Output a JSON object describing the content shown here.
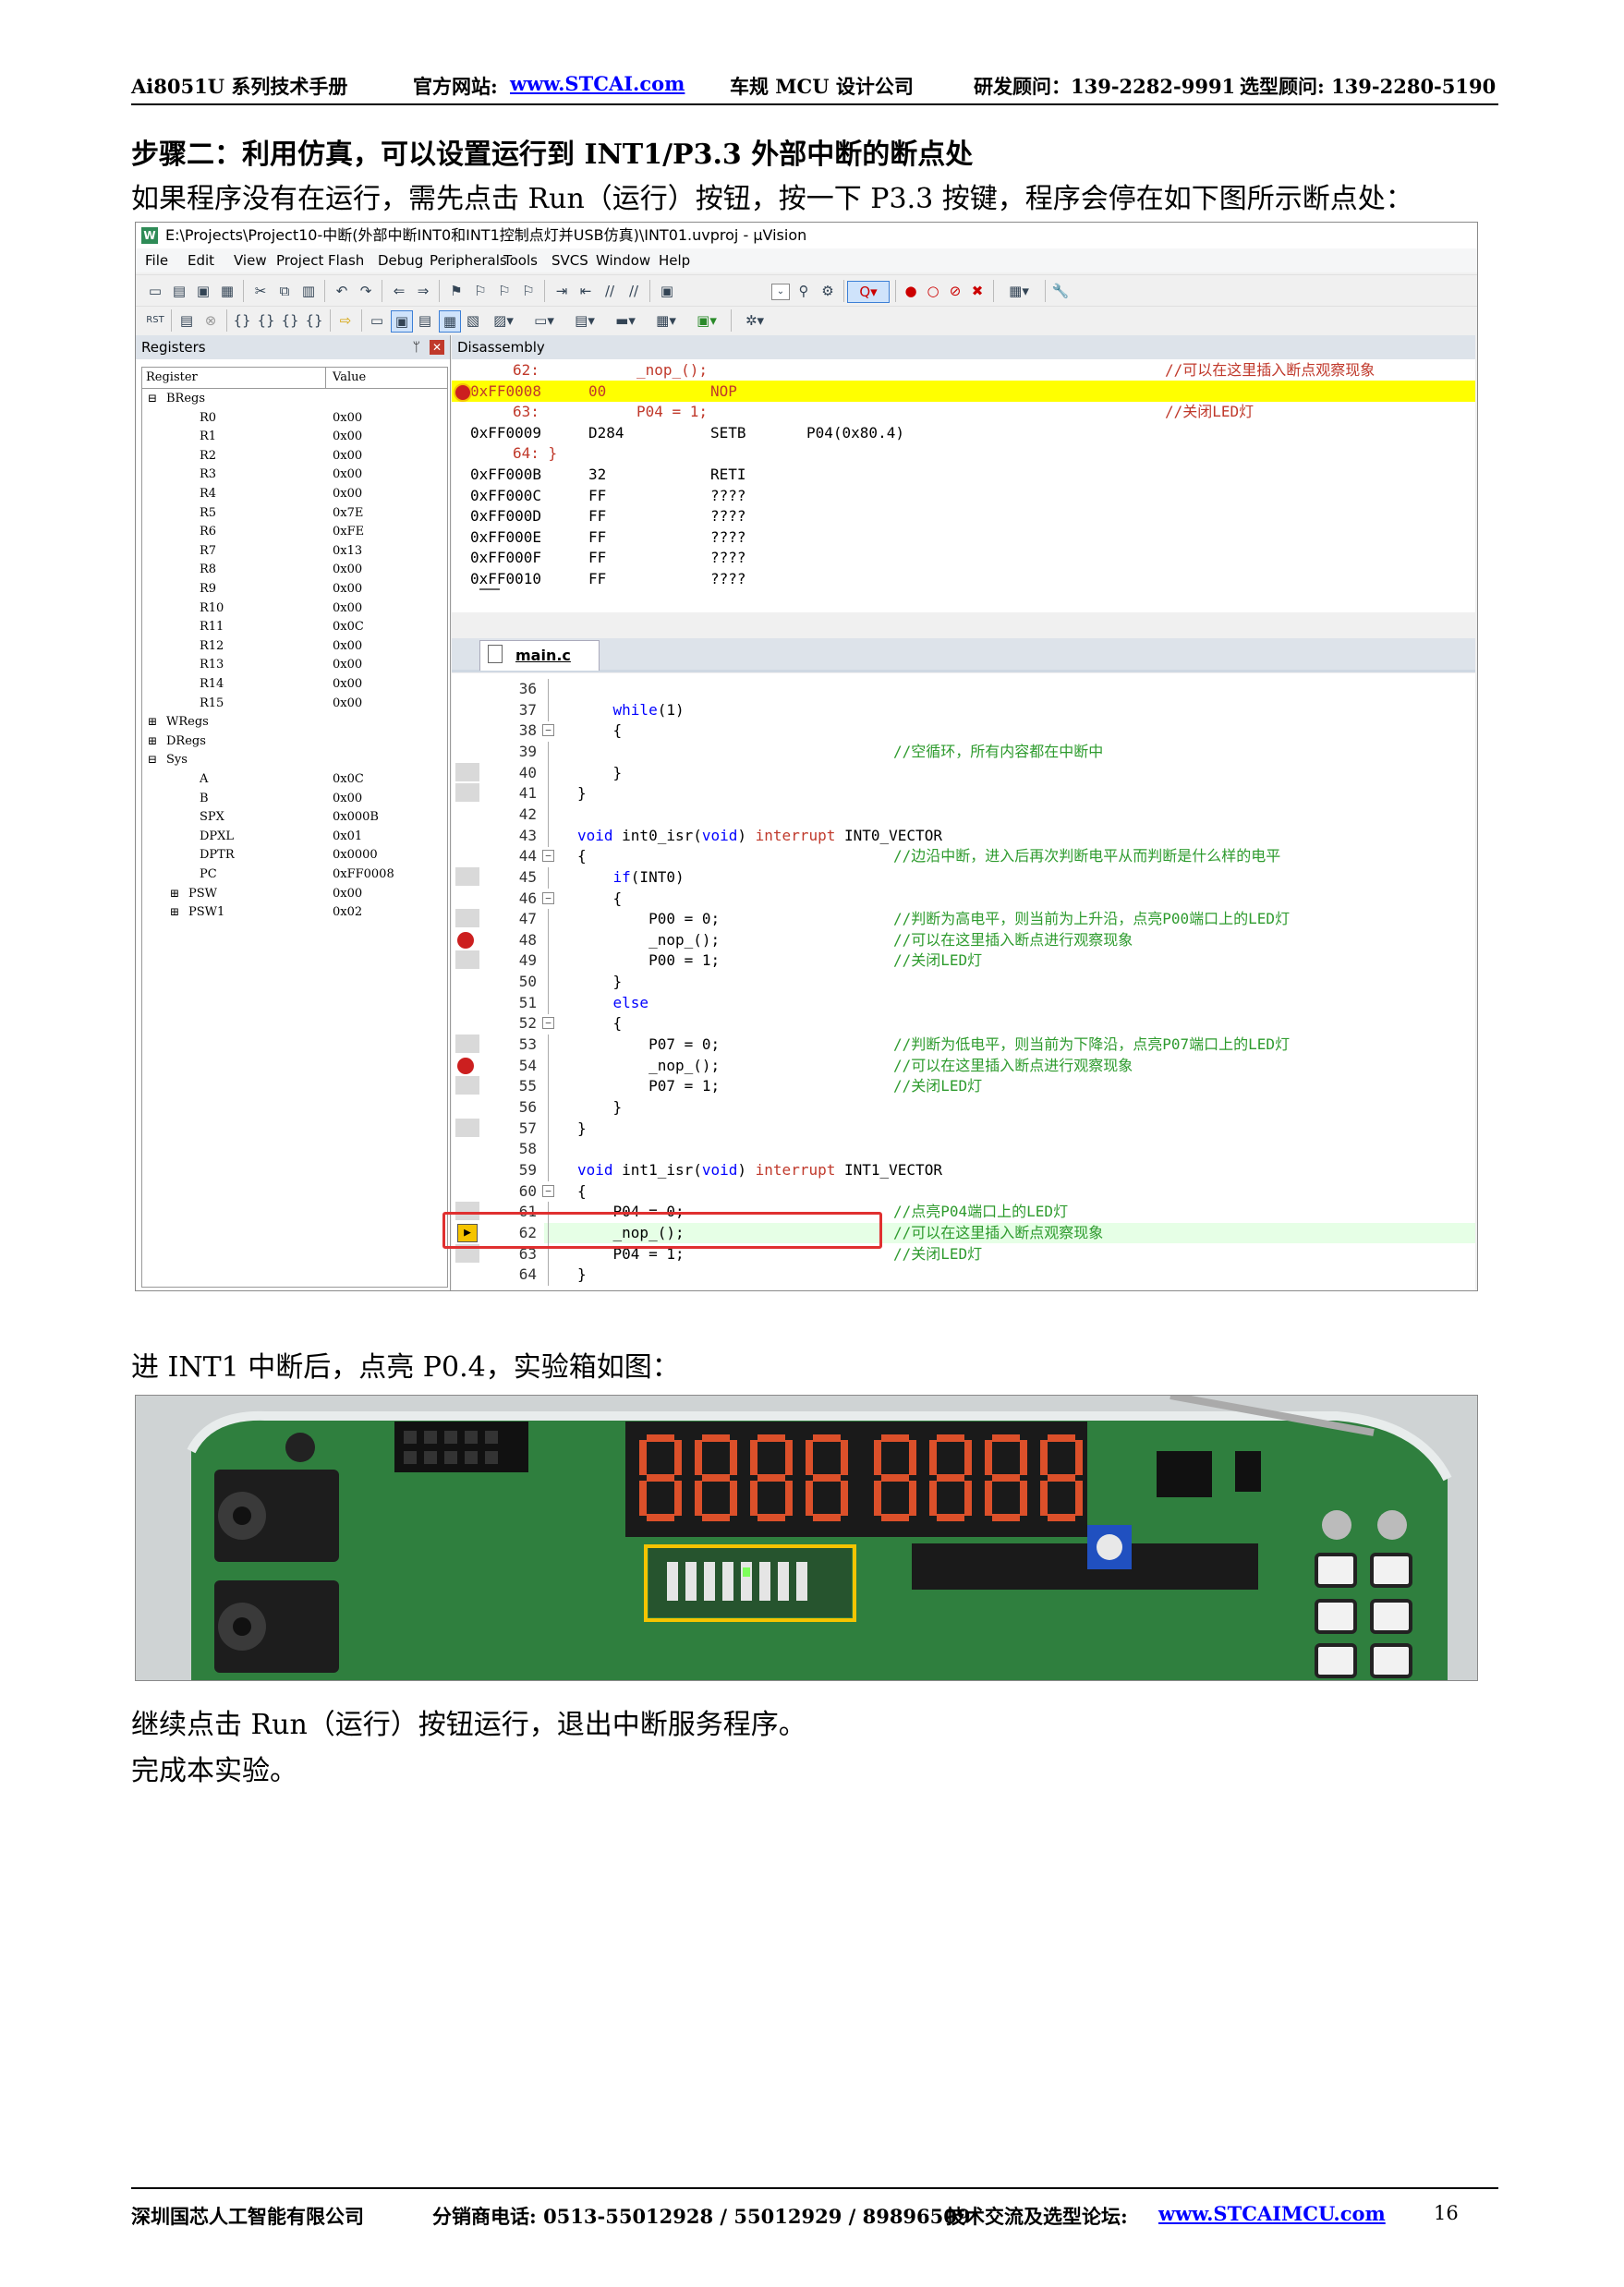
{
  "header": {
    "doc_title": "Ai8051U 系列技术手册",
    "site_label": "官方网站:",
    "site_url": "www.STCAI.com",
    "company": "车规 MCU 设计公司",
    "rd_consult": "研发顾问：139-2282-9991",
    "sel_consult": "选型顾问: 139-2280-5190"
  },
  "section_title": "步骤二：利用仿真，可以设置运行到 INT1/P3.3  外部中断的断点处",
  "para1": "如果程序没有在运行，需先点击 Run（运行）按钮，按一下 P3.3 按键，程序会停在如下图所示断点处：",
  "ide": {
    "window_title": "E:\\Projects\\Project10-中断(外部中断INT0和INT1控制点灯并USB仿真)\\INT01.uvproj - µVision",
    "menu": [
      "File",
      "Edit",
      "View",
      "Project",
      "Flash",
      "Debug",
      "Peripherals",
      "Tools",
      "SVCS",
      "Window",
      "Help"
    ],
    "registers_title": "Registers",
    "reg_headers": [
      "Register",
      "Value"
    ],
    "registers": [
      {
        "name": "BRegs",
        "value": "",
        "level": 0,
        "expander": "⊟"
      },
      {
        "name": "R0",
        "value": "0x00",
        "level": 2
      },
      {
        "name": "R1",
        "value": "0x00",
        "level": 2
      },
      {
        "name": "R2",
        "value": "0x00",
        "level": 2
      },
      {
        "name": "R3",
        "value": "0x00",
        "level": 2
      },
      {
        "name": "R4",
        "value": "0x00",
        "level": 2
      },
      {
        "name": "R5",
        "value": "0x7E",
        "level": 2
      },
      {
        "name": "R6",
        "value": "0xFE",
        "level": 2
      },
      {
        "name": "R7",
        "value": "0x13",
        "level": 2
      },
      {
        "name": "R8",
        "value": "0x00",
        "level": 2
      },
      {
        "name": "R9",
        "value": "0x00",
        "level": 2
      },
      {
        "name": "R10",
        "value": "0x00",
        "level": 2
      },
      {
        "name": "R11",
        "value": "0x0C",
        "level": 2
      },
      {
        "name": "R12",
        "value": "0x00",
        "level": 2
      },
      {
        "name": "R13",
        "value": "0x00",
        "level": 2
      },
      {
        "name": "R14",
        "value": "0x00",
        "level": 2
      },
      {
        "name": "R15",
        "value": "0x00",
        "level": 2
      },
      {
        "name": "WRegs",
        "value": "",
        "level": 0,
        "expander": "⊞"
      },
      {
        "name": "DRegs",
        "value": "",
        "level": 0,
        "expander": "⊞"
      },
      {
        "name": "Sys",
        "value": "",
        "level": 0,
        "expander": "⊟"
      },
      {
        "name": "A",
        "value": "0x0C",
        "level": 2
      },
      {
        "name": "B",
        "value": "0x00",
        "level": 2
      },
      {
        "name": "SPX",
        "value": "0x000B",
        "level": 2
      },
      {
        "name": "DPXL",
        "value": "0x01",
        "level": 2
      },
      {
        "name": "DPTR",
        "value": "0x0000",
        "level": 2
      },
      {
        "name": "PC",
        "value": "0xFF0008",
        "level": 2
      },
      {
        "name": "PSW",
        "value": "0x00",
        "level": 1,
        "expander": "⊞"
      },
      {
        "name": "PSW1",
        "value": "0x02",
        "level": 1,
        "expander": "⊞"
      }
    ],
    "disassembly_title": "Disassembly",
    "disassembly": [
      {
        "addr": "",
        "op": "",
        "mn": "62:",
        "arg": "_nop_();",
        "cmt": "//可以在这里插入断点观察现象",
        "type": "src"
      },
      {
        "addr": "0xFF0008",
        "op": "00",
        "mn": "NOP",
        "arg": "",
        "cmt": "",
        "type": "current"
      },
      {
        "addr": "",
        "op": "",
        "mn": "63:",
        "arg": "P04 = 1;",
        "cmt": "//关闭LED灯",
        "type": "src"
      },
      {
        "addr": "0xFF0009",
        "op": "D284",
        "mn": "SETB",
        "arg": "P04(0x80.4)",
        "cmt": "",
        "type": "asm"
      },
      {
        "addr": "64: }",
        "op": "",
        "mn": "",
        "arg": "",
        "cmt": "",
        "type": "src2"
      },
      {
        "addr": "0xFF000B",
        "op": "32",
        "mn": "RETI",
        "arg": "",
        "cmt": "",
        "type": "asm"
      },
      {
        "addr": "0xFF000C",
        "op": "FF",
        "mn": "????",
        "arg": "",
        "cmt": "",
        "type": "asm"
      },
      {
        "addr": "0xFF000D",
        "op": "FF",
        "mn": "????",
        "arg": "",
        "cmt": "",
        "type": "asm"
      },
      {
        "addr": "0xFF000E",
        "op": "FF",
        "mn": "????",
        "arg": "",
        "cmt": "",
        "type": "asm"
      },
      {
        "addr": "0xFF000F",
        "op": "FF",
        "mn": "????",
        "arg": "",
        "cmt": "",
        "type": "asm"
      },
      {
        "addr": "0xFF0010",
        "op": "FF",
        "mn": "????",
        "arg": "",
        "cmt": "",
        "type": "asm"
      }
    ],
    "editor_tab": "main.c",
    "code": [
      {
        "n": "36",
        "t": "",
        "c": ""
      },
      {
        "n": "37",
        "t": "    <k>while</k>(1)",
        "c": ""
      },
      {
        "n": "38",
        "t": "    {",
        "c": "",
        "fold": "-"
      },
      {
        "n": "39",
        "t": "",
        "c": "//空循环，所有内容都在中断中"
      },
      {
        "n": "40",
        "t": "    }",
        "c": "",
        "grey": true
      },
      {
        "n": "41",
        "t": "}",
        "c": "",
        "grey": true
      },
      {
        "n": "42",
        "t": "",
        "c": ""
      },
      {
        "n": "43",
        "t": "<k>void</k> int0_isr(<k>void</k>) <r>interrupt</r> INT0_VECTOR",
        "c": ""
      },
      {
        "n": "44",
        "t": "{",
        "c": "//边沿中断，进入后再次判断电平从而判断是什么样的电平",
        "fold": "-",
        "cmtleft": true
      },
      {
        "n": "45",
        "t": "    <k>if</k>(INT0)",
        "c": "",
        "grey": true
      },
      {
        "n": "46",
        "t": "    {",
        "c": "",
        "fold": "-"
      },
      {
        "n": "47",
        "t": "        P00 = 0;",
        "c": "//判断为高电平，则当前为上升沿，点亮P00端口上的LED灯",
        "grey": true
      },
      {
        "n": "48",
        "t": "        _nop_();",
        "c": "//可以在这里插入断点进行观察现象",
        "bp": true
      },
      {
        "n": "49",
        "t": "        P00 = 1;",
        "c": "//关闭LED灯",
        "grey": true
      },
      {
        "n": "50",
        "t": "    }",
        "c": ""
      },
      {
        "n": "51",
        "t": "    <k>else</k>",
        "c": ""
      },
      {
        "n": "52",
        "t": "    {",
        "c": "",
        "fold": "-"
      },
      {
        "n": "53",
        "t": "        P07 = 0;",
        "c": "//判断为低电平，则当前为下降沿，点亮P07端口上的LED灯",
        "grey": true
      },
      {
        "n": "54",
        "t": "        _nop_();",
        "c": "//可以在这里插入断点进行观察现象",
        "bp": true
      },
      {
        "n": "55",
        "t": "        P07 = 1;",
        "c": "//关闭LED灯",
        "grey": true
      },
      {
        "n": "56",
        "t": "    }",
        "c": ""
      },
      {
        "n": "57",
        "t": "}",
        "c": "",
        "grey": true
      },
      {
        "n": "58",
        "t": "",
        "c": ""
      },
      {
        "n": "59",
        "t": "<k>void</k> int1_isr(<k>void</k>) <r>interrupt</r> INT1_VECTOR",
        "c": ""
      },
      {
        "n": "60",
        "t": "{",
        "c": "",
        "fold": "-"
      },
      {
        "n": "61",
        "t": "    P04 = 0;",
        "c": "//点亮P04端口上的LED灯",
        "grey": true
      },
      {
        "n": "62",
        "t": "    _nop_();",
        "c": "//可以在这里插入断点观察现象",
        "current": true
      },
      {
        "n": "63",
        "t": "    P04 = 1;",
        "c": "//关闭LED灯",
        "grey": true
      },
      {
        "n": "64",
        "t": "}",
        "c": ""
      }
    ]
  },
  "para2": "进 INT1 中断后，点亮  P0.4，实验箱如图：",
  "board": {
    "display_digits": "88888888"
  },
  "para3": "继续点击 Run（运行）按钮运行，退出中断服务程序。",
  "para4": "完成本实验。",
  "footer": {
    "company": "深圳国芯人工智能有限公司",
    "sales_phone": "分销商电话: 0513-55012928 / 55012929 / 89896509",
    "forum_label": "技术交流及选型论坛:",
    "forum_url": "www.STCAIMCU.com",
    "page": "16"
  },
  "colors": {
    "current_line": "#ffff00",
    "editor_current": "#e6ffe6",
    "breakpoint": "#cc1f1f",
    "highlight_box": "#e03030",
    "comment_green": "#2e9b2e",
    "comment_red": "#c0392b",
    "keyword_blue": "#0000ff"
  }
}
